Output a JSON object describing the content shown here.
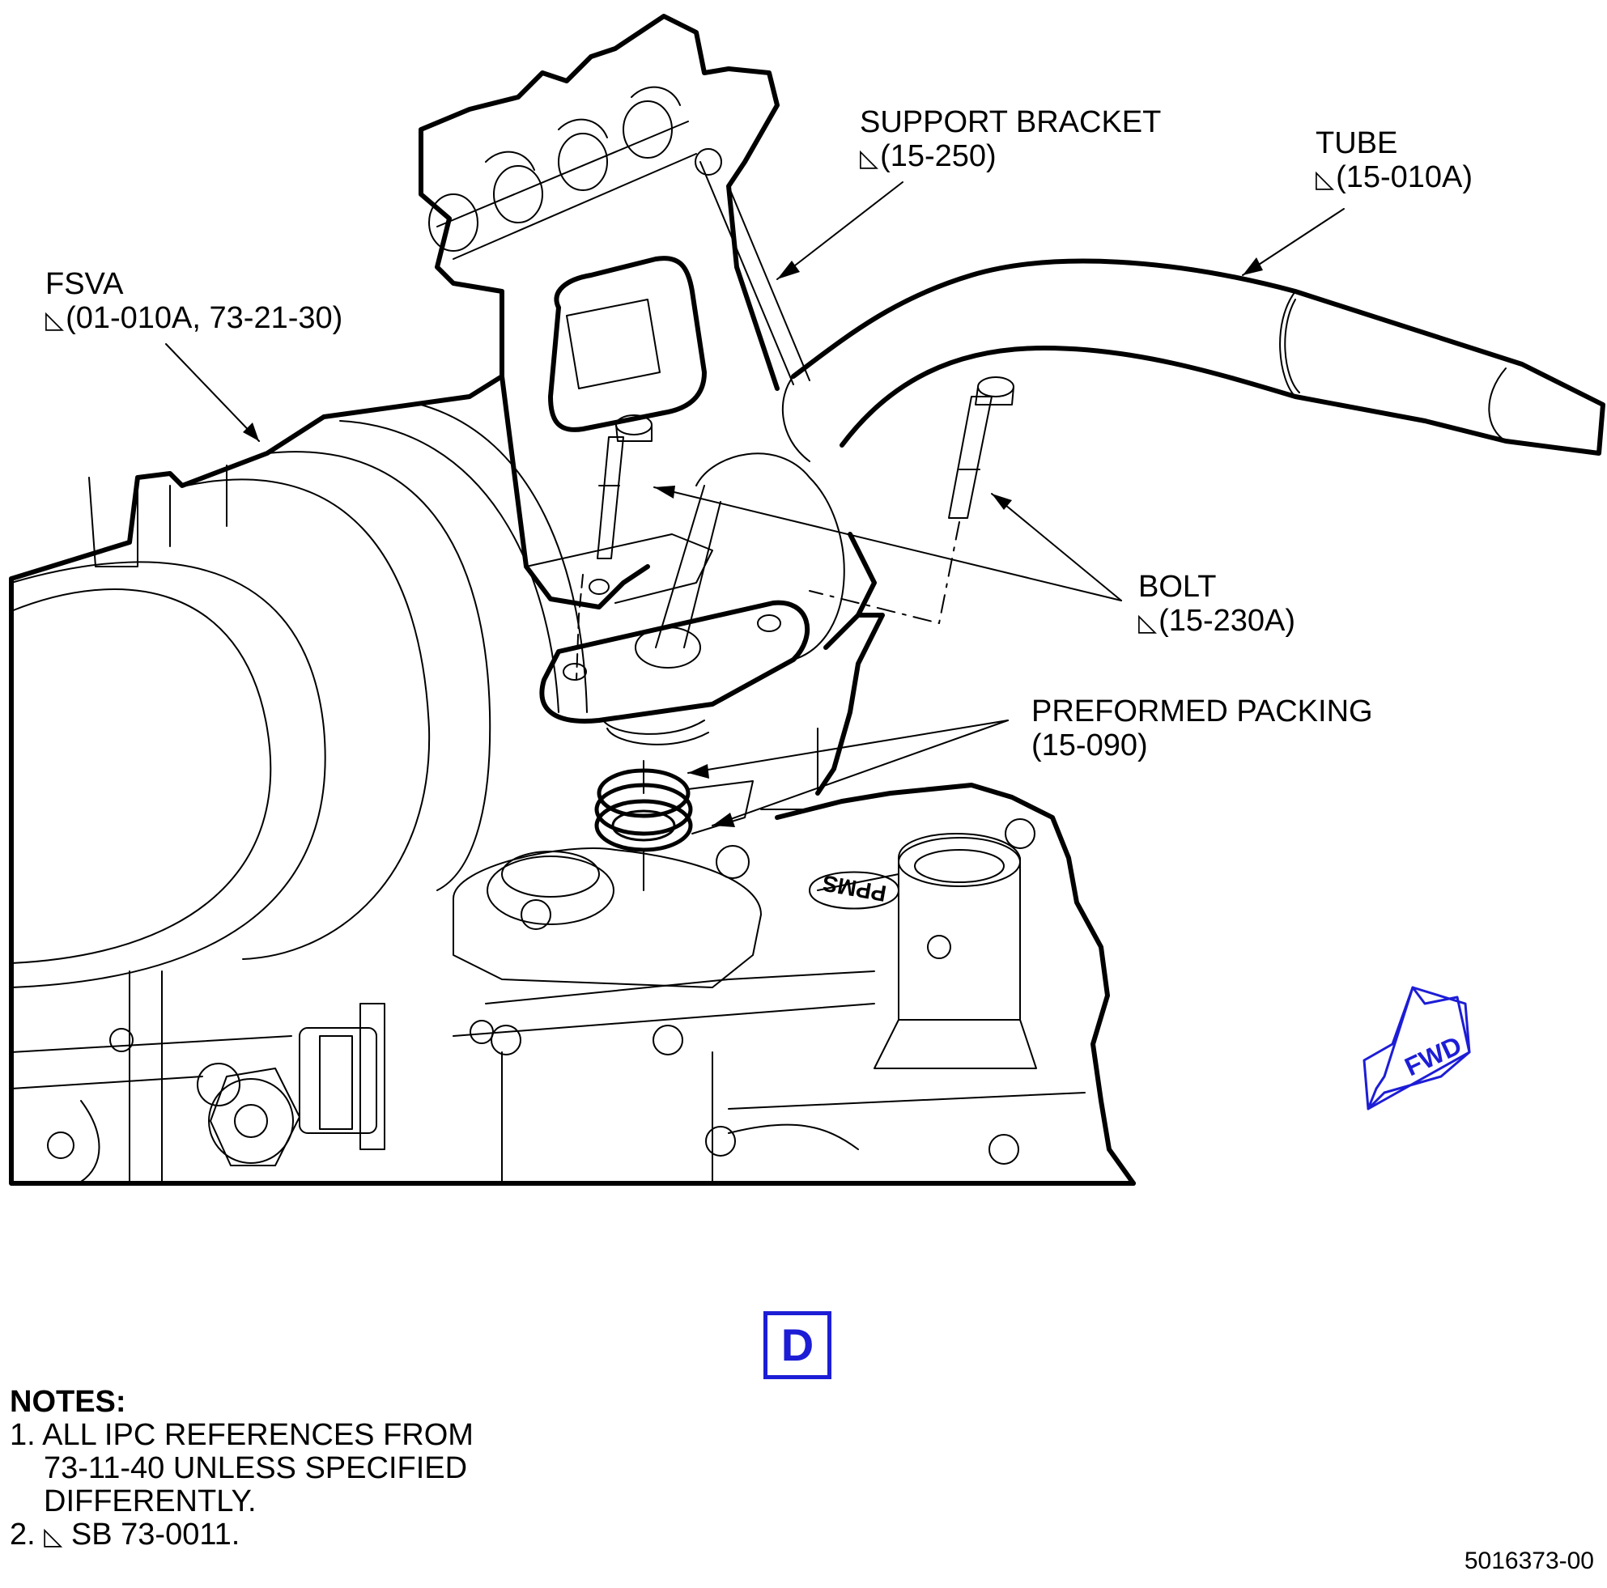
{
  "labels": {
    "support_bracket": {
      "name": "SUPPORT BRACKET",
      "ref": "(15-250)"
    },
    "tube": {
      "name": "TUBE",
      "ref": "(15-010A)"
    },
    "fsva": {
      "name": "FSVA",
      "ref": "(01-010A, 73-21-30)"
    },
    "bolt": {
      "name": "BOLT",
      "ref": "(15-230A)"
    },
    "packing": {
      "name": "PREFORMED PACKING",
      "ref": "(15-090)"
    }
  },
  "fwd": "FWD",
  "view_letter": "D",
  "notes": {
    "header": "NOTES:",
    "note1_line1": "1. ALL IPC REFERENCES FROM",
    "note1_line2": "73-11-40 UNLESS SPECIFIED",
    "note1_line3": "DIFFERENTLY.",
    "note2_prefix": "2.",
    "note2_text": "SB 73-0011."
  },
  "ppms_mark": "PPMS",
  "figure_number": "5016373-00",
  "colors": {
    "line": "#000000",
    "accent": "#1d1dd6",
    "background": "#ffffff"
  },
  "icons": {
    "triangle": "◺"
  }
}
